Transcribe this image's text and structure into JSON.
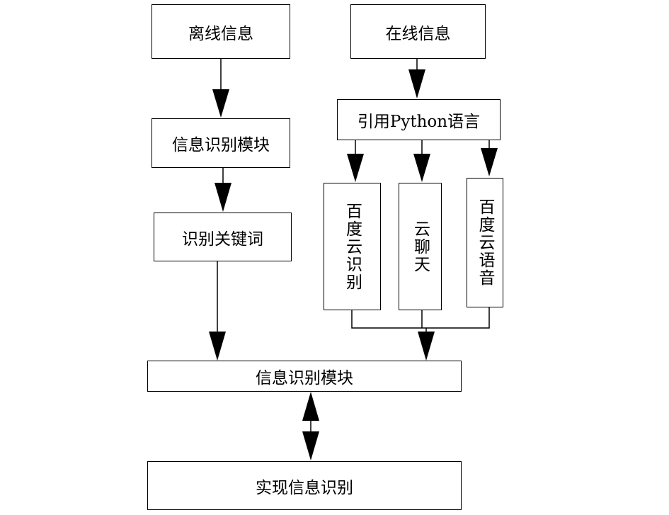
{
  "nodes": {
    "offline_info": "离线信息",
    "online_info": "在线信息",
    "info_recognition_module_left": "信息识别模块",
    "recognize_keywords": "识别关键词",
    "use_python": "引用Python语言",
    "baidu_cloud_recognition": "百度云识别",
    "cloud_chat": "云聊天",
    "baidu_cloud_voice": "百度云语音",
    "info_recognition_module": "信息识别模块",
    "realize_info_recognition": "实现信息识别"
  },
  "colors": {
    "line": "#000000",
    "background": "#ffffff"
  }
}
